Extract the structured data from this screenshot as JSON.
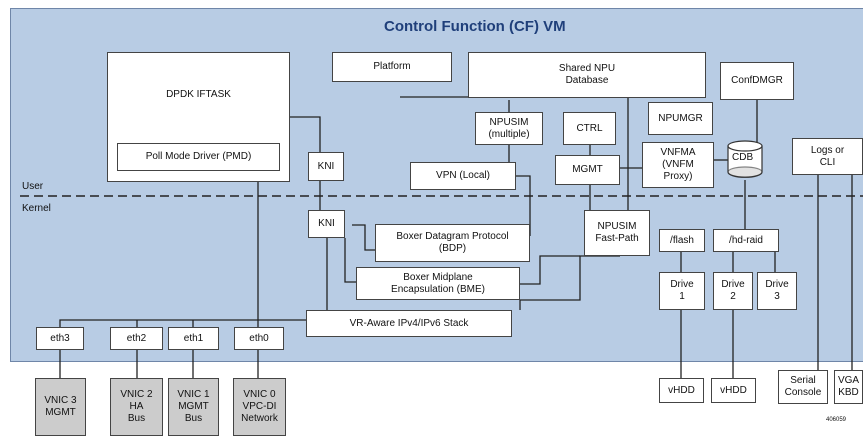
{
  "vm_title": "Control Function (CF) VM",
  "labels": {
    "user": "User",
    "kernel": "Kernel",
    "figure_id": "406059"
  },
  "boxes": {
    "dpdk": "DPDK IFTASK",
    "pmd": "Poll Mode Driver (PMD)",
    "platform": "Platform",
    "shared_npu": "Shared NPU\nDatabase",
    "confdmgr": "ConfDMGR",
    "npusim_multi": "NPUSIM\n(multiple)",
    "ctrl": "CTRL",
    "npumgr": "NPUMGR",
    "cdb": "CDB",
    "logs": "Logs or\nCLI",
    "kni_user": "KNI",
    "vpn": "VPN (Local)",
    "mgmt": "MGMT",
    "vnfma": "VNFMA\n(VNFM\nProxy)",
    "kni_kernel": "KNI",
    "bdp": "Boxer Datagram Protocol\n(BDP)",
    "npusim_fast": "NPUSIM\nFast-Path",
    "flash": "/flash",
    "hdraid": "/hd-raid",
    "bme": "Boxer Midplane\nEncapsulation (BME)",
    "drive1": "Drive\n1",
    "drive2": "Drive\n2",
    "drive3": "Drive\n3",
    "stack": "VR-Aware IPv4/IPv6 Stack",
    "eth3": "eth3",
    "eth2": "eth2",
    "eth1": "eth1",
    "eth0": "eth0",
    "vnic3": "VNIC 3\nMGMT",
    "vnic2": "VNIC 2\nHA\nBus",
    "vnic1": "VNIC 1\nMGMT\nBus",
    "vnic0": "VNIC 0\nVPC-DI\nNetwork",
    "vhdd1": "vHDD",
    "vhdd2": "vHDD",
    "serial": "Serial\nConsole",
    "vga": "VGA\nKBD"
  }
}
